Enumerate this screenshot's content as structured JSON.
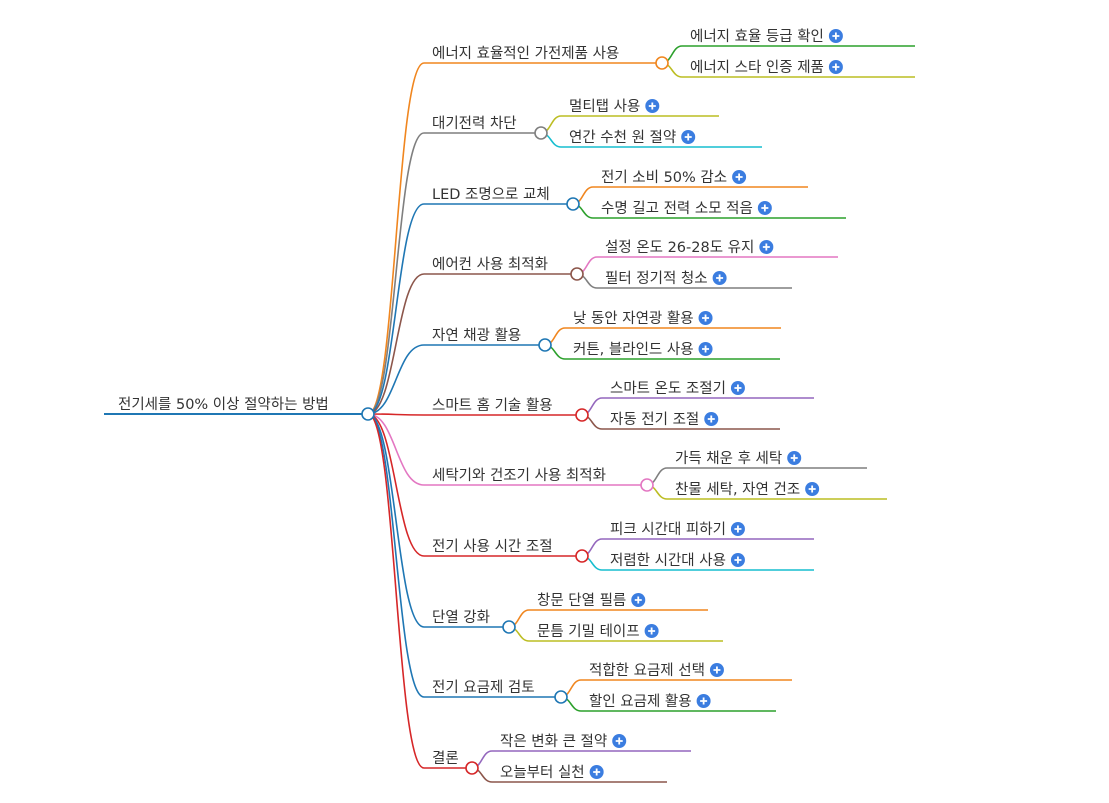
{
  "root": {
    "label": "전기세를 50% 이상 절약하는 방법"
  },
  "branches": [
    {
      "label": "에너지 효율적인 가전제품 사용",
      "color": "#f0861f",
      "children": [
        {
          "label": "에너지 효율 등급 확인",
          "color": "#2ca02c"
        },
        {
          "label": "에너지 스타 인증 제품",
          "color": "#bcbd22"
        }
      ]
    },
    {
      "label": "대기전력 차단",
      "color": "#7f7f7f",
      "children": [
        {
          "label": "멀티탭 사용",
          "color": "#bcbd22"
        },
        {
          "label": "연간 수천 원 절약",
          "color": "#17becf"
        }
      ]
    },
    {
      "label": "LED 조명으로 교체",
      "color": "#1f77b4",
      "children": [
        {
          "label": "전기 소비 50% 감소",
          "color": "#f0861f"
        },
        {
          "label": "수명 길고 전력 소모 적음",
          "color": "#2ca02c"
        }
      ]
    },
    {
      "label": "에어컨 사용 최적화",
      "color": "#8c564b",
      "children": [
        {
          "label": "설정 온도 26-28도 유지",
          "color": "#e377c2"
        },
        {
          "label": "필터 정기적 청소",
          "color": "#7f7f7f"
        }
      ]
    },
    {
      "label": "자연 채광 활용",
      "color": "#1f77b4",
      "children": [
        {
          "label": "낮 동안 자연광 활용",
          "color": "#f0861f"
        },
        {
          "label": "커튼, 블라인드 사용",
          "color": "#2ca02c"
        }
      ]
    },
    {
      "label": "스마트 홈 기술 활용",
      "color": "#d62728",
      "children": [
        {
          "label": "스마트 온도 조절기",
          "color": "#9467bd"
        },
        {
          "label": "자동 전기 조절",
          "color": "#8c564b"
        }
      ]
    },
    {
      "label": "세탁기와 건조기 사용 최적화",
      "color": "#e377c2",
      "children": [
        {
          "label": "가득 채운 후 세탁",
          "color": "#7f7f7f"
        },
        {
          "label": "찬물 세탁, 자연 건조",
          "color": "#bcbd22"
        }
      ]
    },
    {
      "label": "전기 사용 시간 조절",
      "color": "#d62728",
      "children": [
        {
          "label": "피크 시간대 피하기",
          "color": "#9467bd"
        },
        {
          "label": "저렴한 시간대 사용",
          "color": "#17becf"
        }
      ]
    },
    {
      "label": "단열 강화",
      "color": "#1f77b4",
      "children": [
        {
          "label": "창문 단열 필름",
          "color": "#f0861f"
        },
        {
          "label": "문틈 기밀 테이프",
          "color": "#bcbd22"
        }
      ]
    },
    {
      "label": "전기 요금제 검토",
      "color": "#1f77b4",
      "children": [
        {
          "label": "적합한 요금제 선택",
          "color": "#f0861f"
        },
        {
          "label": "할인 요금제 활용",
          "color": "#2ca02c"
        }
      ]
    },
    {
      "label": "결론",
      "color": "#d62728",
      "children": [
        {
          "label": "작은 변화 큰 절약",
          "color": "#9467bd"
        },
        {
          "label": "오늘부터 실천",
          "color": "#8c564b"
        }
      ]
    }
  ],
  "colors": {
    "root_line": "#1f77b4",
    "expand_button": "#3b7de0"
  },
  "icons": {
    "expand": "plus-circle-icon",
    "expand_glyph": "+"
  }
}
